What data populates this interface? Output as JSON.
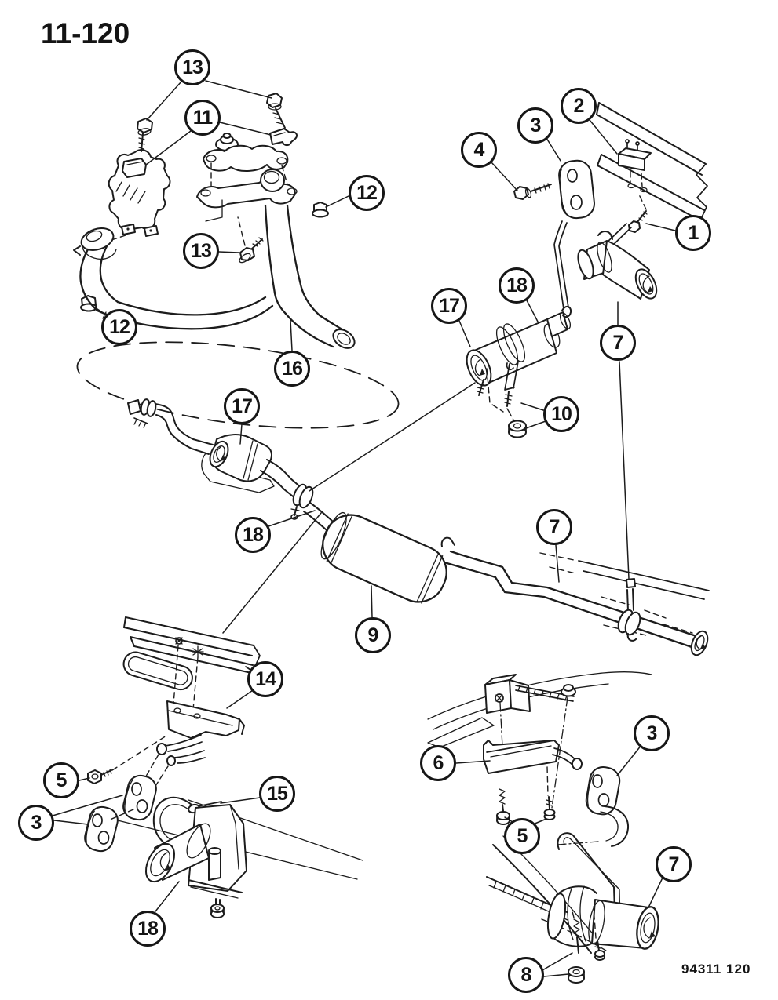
{
  "page": {
    "title": "11-120",
    "figure_code": "94311 120",
    "background_color": "#ffffff",
    "line_color": "#1c1c1c"
  },
  "figure": {
    "type": "exploded-parts-diagram",
    "callouts": [
      {
        "label": "13"
      },
      {
        "label": "11"
      },
      {
        "label": "12"
      },
      {
        "label": "13"
      },
      {
        "label": "12"
      },
      {
        "label": "16"
      },
      {
        "label": "2"
      },
      {
        "label": "3"
      },
      {
        "label": "4"
      },
      {
        "label": "1"
      },
      {
        "label": "18"
      },
      {
        "label": "17"
      },
      {
        "label": "7"
      },
      {
        "label": "10"
      },
      {
        "label": "17"
      },
      {
        "label": "18"
      },
      {
        "label": "9"
      },
      {
        "label": "7"
      },
      {
        "label": "14"
      },
      {
        "label": "5"
      },
      {
        "label": "3"
      },
      {
        "label": "15"
      },
      {
        "label": "18"
      },
      {
        "label": "6"
      },
      {
        "label": "3"
      },
      {
        "label": "5"
      },
      {
        "label": "7"
      },
      {
        "label": "8"
      }
    ]
  }
}
